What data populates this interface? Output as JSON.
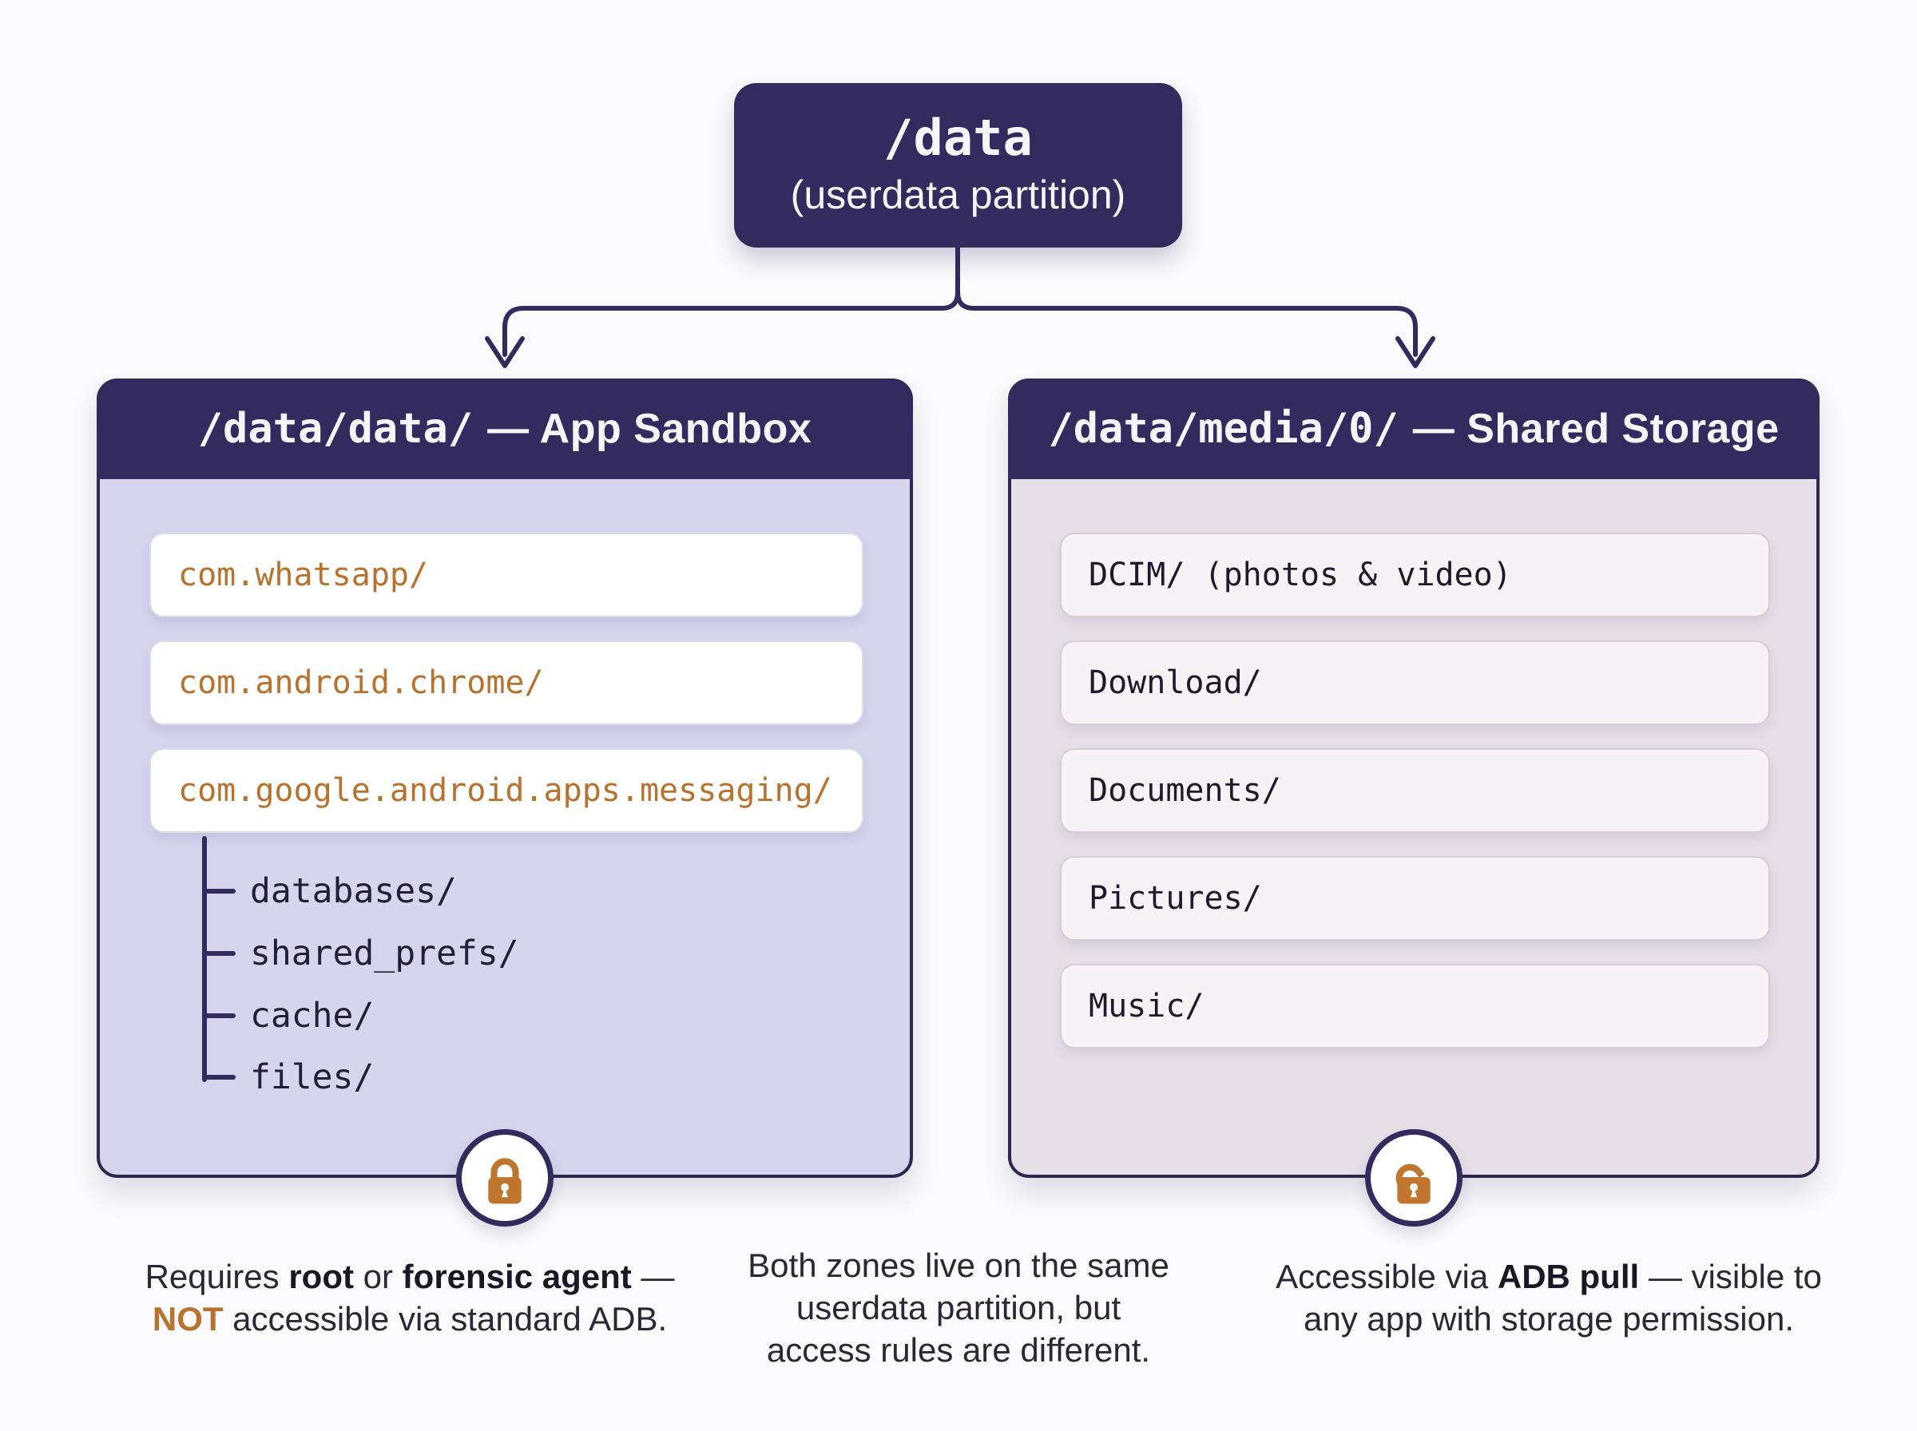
{
  "root": {
    "path": "/data",
    "subtitle": "(userdata partition)"
  },
  "panels": {
    "sandbox": {
      "header_path": "/data/data/",
      "header_title": "— App Sandbox",
      "items": [
        "com.whatsapp/",
        "com.android.chrome/",
        "com.google.android.apps.messaging/"
      ],
      "tree": [
        "databases/",
        "shared_prefs/",
        "cache/",
        "files/"
      ],
      "lock_icon": "lock-closed-icon"
    },
    "shared": {
      "header_path": "/data/media/0/",
      "header_title": "— Shared Storage",
      "items": [
        "DCIM/ (photos & video)",
        "Download/",
        "Documents/",
        "Pictures/",
        "Music/"
      ],
      "lock_icon": "lock-open-icon"
    }
  },
  "captions": {
    "left": {
      "runs": [
        "Requires ",
        "root",
        " or ",
        "forensic agent",
        " —",
        "NOT",
        " accessible via standard ADB."
      ]
    },
    "middle": {
      "lines": [
        "Both zones live on the same",
        "userdata partition, but",
        "access rules are different."
      ]
    },
    "right": {
      "runs": [
        "Accessible via ",
        "ADB pull",
        " — visible to",
        "any app with storage permission."
      ]
    }
  },
  "colors": {
    "navy": "#332b5d",
    "navy_border": "#2e2750",
    "accent_orange": "#b8722e",
    "left_panel_bg": "#d7d5ed",
    "right_panel_bg": "#e7dfe7",
    "left_card_bg": "#ffffff",
    "right_card_bg": "#f6f2f6",
    "page_bg": "#fbfafc",
    "text_dark": "#241f38"
  }
}
